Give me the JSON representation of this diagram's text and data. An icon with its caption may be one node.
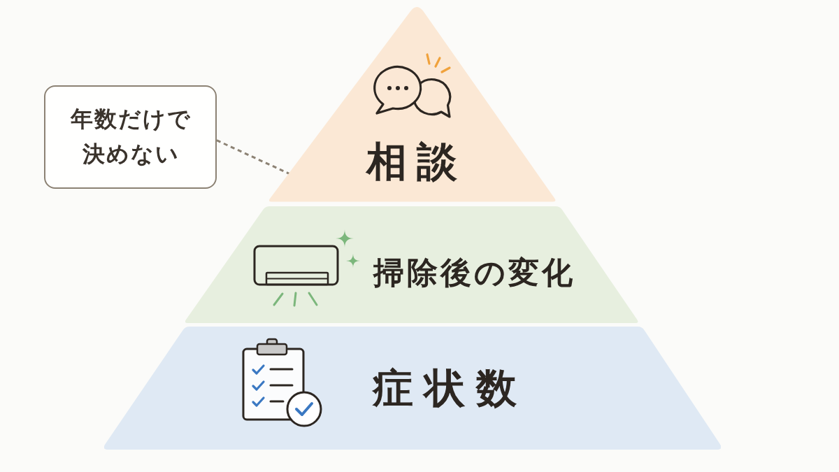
{
  "diagram": {
    "nodes": [
      {
        "text": [
          "相談"
        ]
      },
      {
        "text": [
          "掃除後の変化"
        ]
      },
      {
        "text": [
          "症状数"
        ]
      },
      {
        "text": [
          "年数だけで決めない"
        ]
      }
    ],
    "edges": [
      {
        "from": 3,
        "to": 0,
        "arrow": "none",
        "style": "dashed"
      }
    ]
  }
}
